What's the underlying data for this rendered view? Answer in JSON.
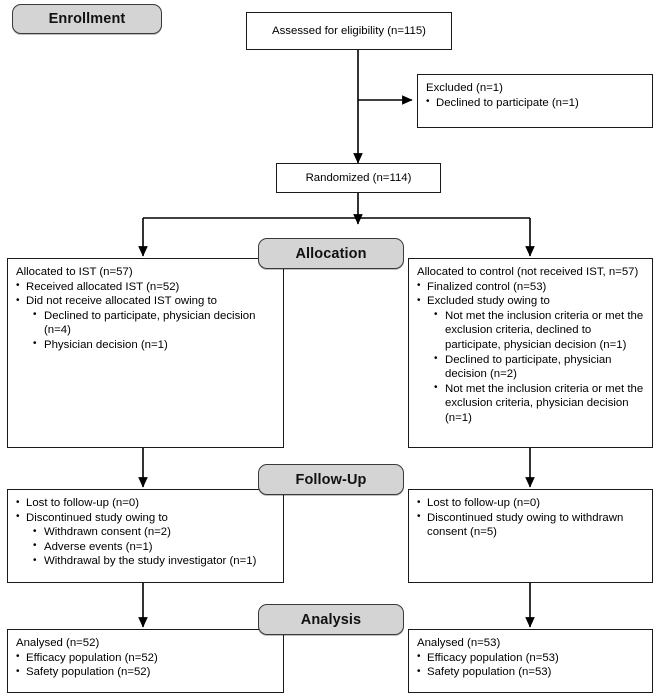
{
  "stages": {
    "enrollment": "Enrollment",
    "allocation": "Allocation",
    "followup": "Follow-Up",
    "analysis": "Analysis"
  },
  "boxes": {
    "assessed": {
      "text": "Assessed for eligibility (n=115)"
    },
    "excluded": {
      "headline": "Excluded  (n=1)",
      "items": [
        "Declined to participate (n=1)"
      ]
    },
    "randomized": {
      "text": "Randomized (n=114)"
    },
    "allocated_ist": {
      "headline": "Allocated to IST (n=57)",
      "items": [
        {
          "text": "Received allocated IST (n=52)",
          "sub": []
        },
        {
          "text": "Did not receive allocated IST owing to",
          "sub": [
            "Declined to participate, physician decision (n=4)",
            "Physician decision (n=1)"
          ]
        }
      ]
    },
    "allocated_control": {
      "headline": "Allocated to control (not received IST, n=57)",
      "items": [
        {
          "text": "Finalized control (n=53)",
          "sub": []
        },
        {
          "text": "Excluded study owing to",
          "sub": [
            "Not met the inclusion criteria or met the exclusion criteria, declined to participate, physician decision (n=1)",
            "Declined to participate, physician decision (n=2)",
            "Not met the inclusion criteria or met the exclusion criteria, physician decision (n=1)"
          ]
        }
      ]
    },
    "followup_ist": {
      "headline": "",
      "items": [
        {
          "text": "Lost to follow-up (n=0)",
          "sub": []
        },
        {
          "text": "Discontinued study owing to",
          "sub": [
            "Withdrawn consent (n=2)",
            "Adverse events (n=1)",
            "Withdrawal by the study investigator  (n=1)"
          ]
        }
      ]
    },
    "followup_control": {
      "headline": "",
      "items": [
        {
          "text": "Lost to follow-up (n=0)",
          "sub": []
        },
        {
          "text": "Discontinued study owing to withdrawn consent (n=5)",
          "sub": []
        }
      ]
    },
    "analysis_ist": {
      "headline": "Analysed  (n=52)",
      "items": [
        "Efficacy population (n=52)",
        "Safety population (n=52)"
      ]
    },
    "analysis_control": {
      "headline": "Analysed  (n=53)",
      "items": [
        "Efficacy population (n=53)",
        "Safety population (n=53)"
      ]
    }
  },
  "colors": {
    "pill_fill": "#d4d4d4",
    "pill_border": "#3a3a3a",
    "box_border": "#1a1a1a",
    "connector": "#000000",
    "background": "#ffffff"
  }
}
